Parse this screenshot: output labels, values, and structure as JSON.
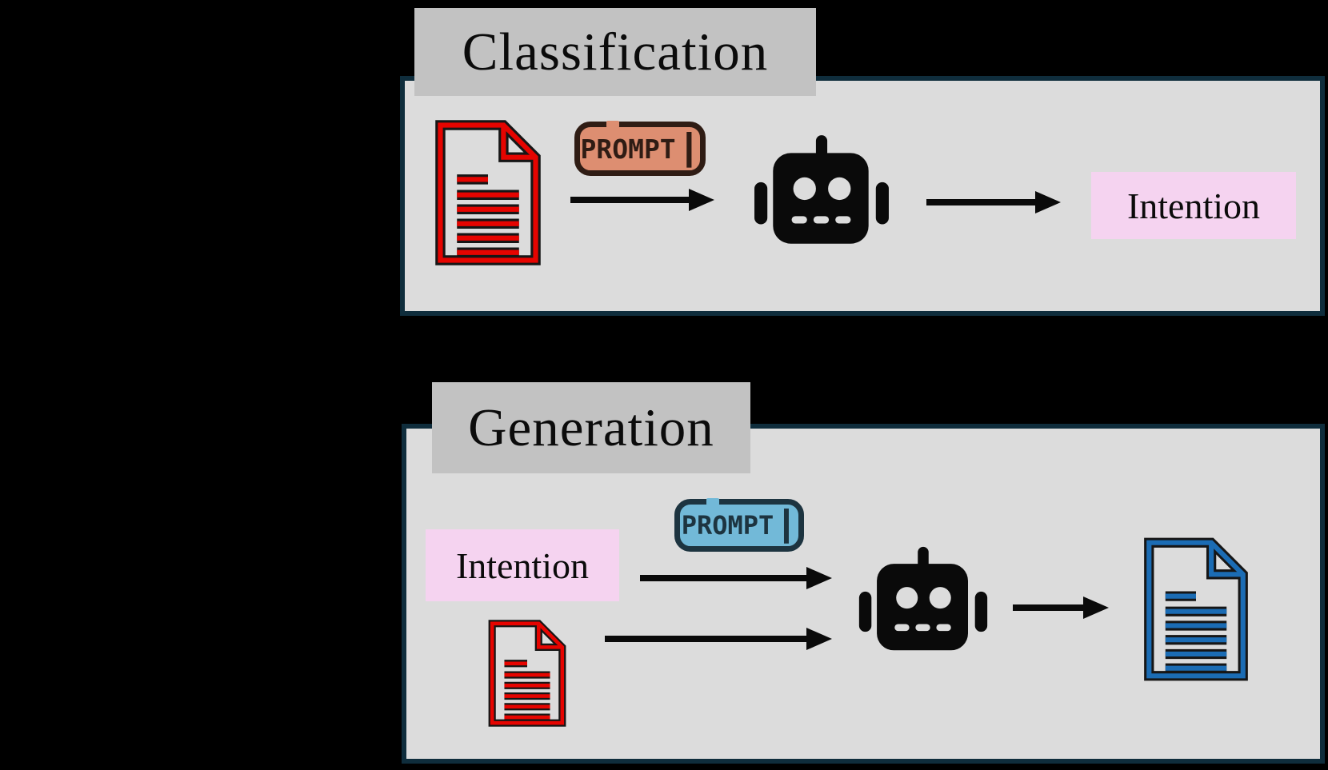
{
  "figure": {
    "background_color": "#000000",
    "panel_fill": "#dcdcdc",
    "panel_border_color": "#0f2d3c",
    "title_box_fill": "#c2c2c2",
    "intention_box_fill": "#f5d3f0",
    "classification": {
      "title": "Classification",
      "prompt_badge": {
        "label": "PROMPT",
        "cursor": "|",
        "fill": "#dd8e71",
        "ink": "#2f1c14"
      },
      "input_document_icon": "red-document-icon",
      "input_document_color": "#e60400",
      "model_icon": "robot-icon",
      "output_label": "Intention"
    },
    "generation": {
      "title": "Generation",
      "prompt_badge": {
        "label": "PROMPT",
        "cursor": "|",
        "fill": "#72b9d8",
        "ink": "#1d3440"
      },
      "input_label": "Intention",
      "input_document_icon": "red-document-icon",
      "input_document_color": "#e60400",
      "model_icon": "robot-icon",
      "output_document_icon": "blue-document-icon",
      "output_document_color": "#1b6cb4"
    }
  }
}
